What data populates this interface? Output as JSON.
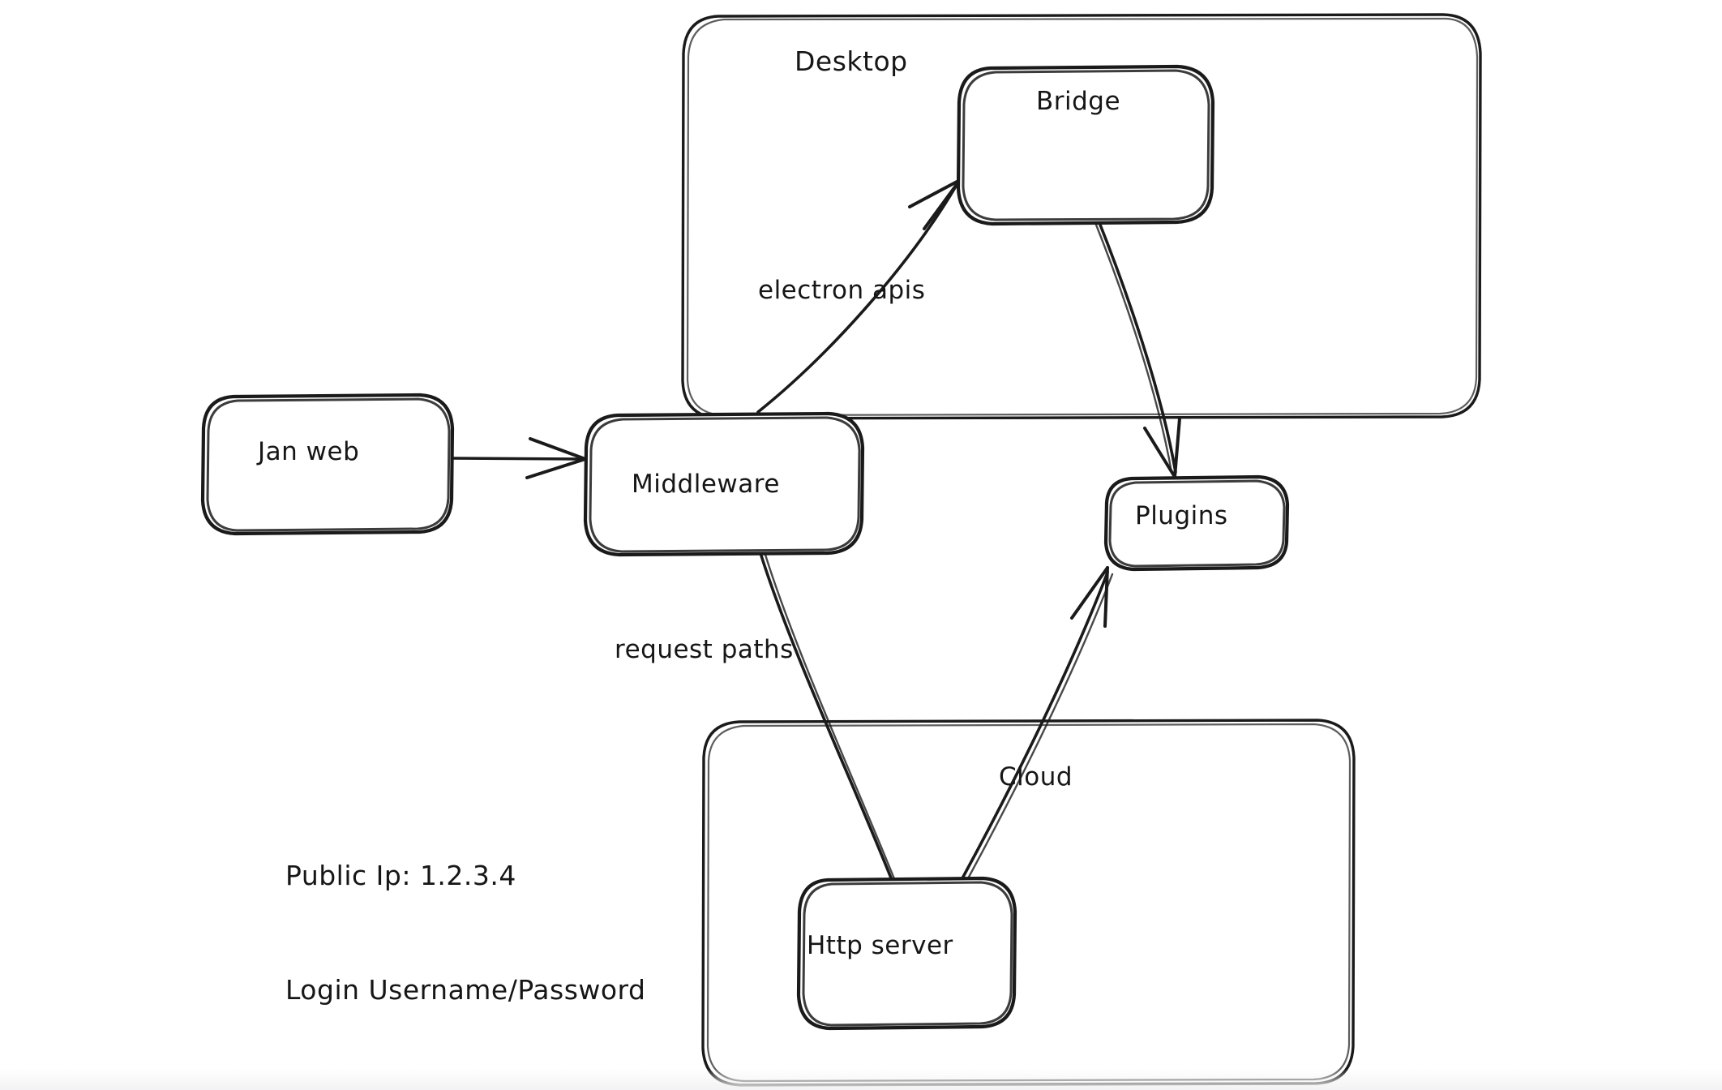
{
  "diagram": {
    "title": "Jan architecture sketch",
    "background_color": "#ffffff",
    "ink_color": "#1a1a1a",
    "style": "hand-drawn whiteboard sketch"
  },
  "containers": [
    {
      "id": "desktop",
      "label": "Desktop",
      "shape": "rounded-rectangle"
    },
    {
      "id": "cloud-group",
      "label": "",
      "shape": "rounded-rectangle"
    }
  ],
  "nodes": [
    {
      "id": "jan-web",
      "label": "Jan web"
    },
    {
      "id": "middleware",
      "label": "Middleware"
    },
    {
      "id": "bridge",
      "label": "Bridge"
    },
    {
      "id": "plugins",
      "label": "Plugins"
    },
    {
      "id": "http-server",
      "label": "Http server"
    }
  ],
  "edges": [
    {
      "id": "jan-web-to-middleware",
      "from": "jan-web",
      "to": "middleware",
      "label": "",
      "arrow": true
    },
    {
      "id": "middleware-to-bridge",
      "from": "middleware",
      "to": "bridge",
      "label": "electron apis",
      "arrow": true
    },
    {
      "id": "bridge-to-plugins",
      "from": "bridge",
      "to": "plugins",
      "label": "",
      "arrow": true
    },
    {
      "id": "middleware-to-http-server",
      "from": "middleware",
      "to": "http-server",
      "label": "request paths",
      "arrow": false
    },
    {
      "id": "http-server-to-plugins",
      "from": "http-server",
      "to": "plugins",
      "label": "Cloud",
      "arrow": true
    }
  ],
  "edge_labels": {
    "electron_apis": "electron apis",
    "request_paths": "request paths",
    "cloud": "Cloud"
  },
  "notes": {
    "public_ip": "Public Ip: 1.2.3.4",
    "login": "Login Username/Password"
  }
}
